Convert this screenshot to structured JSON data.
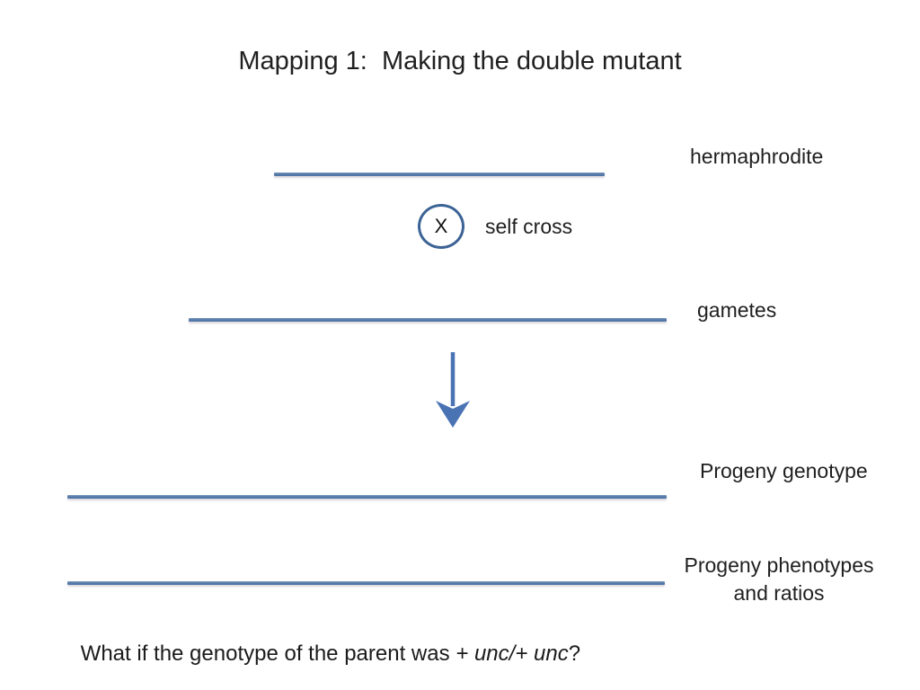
{
  "slide": {
    "title": "Mapping 1:  Making the double mutant",
    "cross": {
      "symbol": "X",
      "label": "self cross"
    },
    "labels": {
      "hermaphrodite": "hermaphrodite",
      "gametes": "gametes",
      "progeny_genotype": "Progeny genotype",
      "progeny_phenotypes_line1": "Progeny phenotypes",
      "progeny_phenotypes_line2": "and ratios"
    },
    "question": {
      "prefix": "What if the genotype of the parent was ",
      "genotype": "+ unc/+ unc",
      "suffix": "?"
    },
    "colors": {
      "line_blue": "#567ba8",
      "circle_blue": "#3c6395",
      "arrow_blue": "#4a73b4",
      "text": "#1f1f1f",
      "background": "#ffffff"
    }
  }
}
